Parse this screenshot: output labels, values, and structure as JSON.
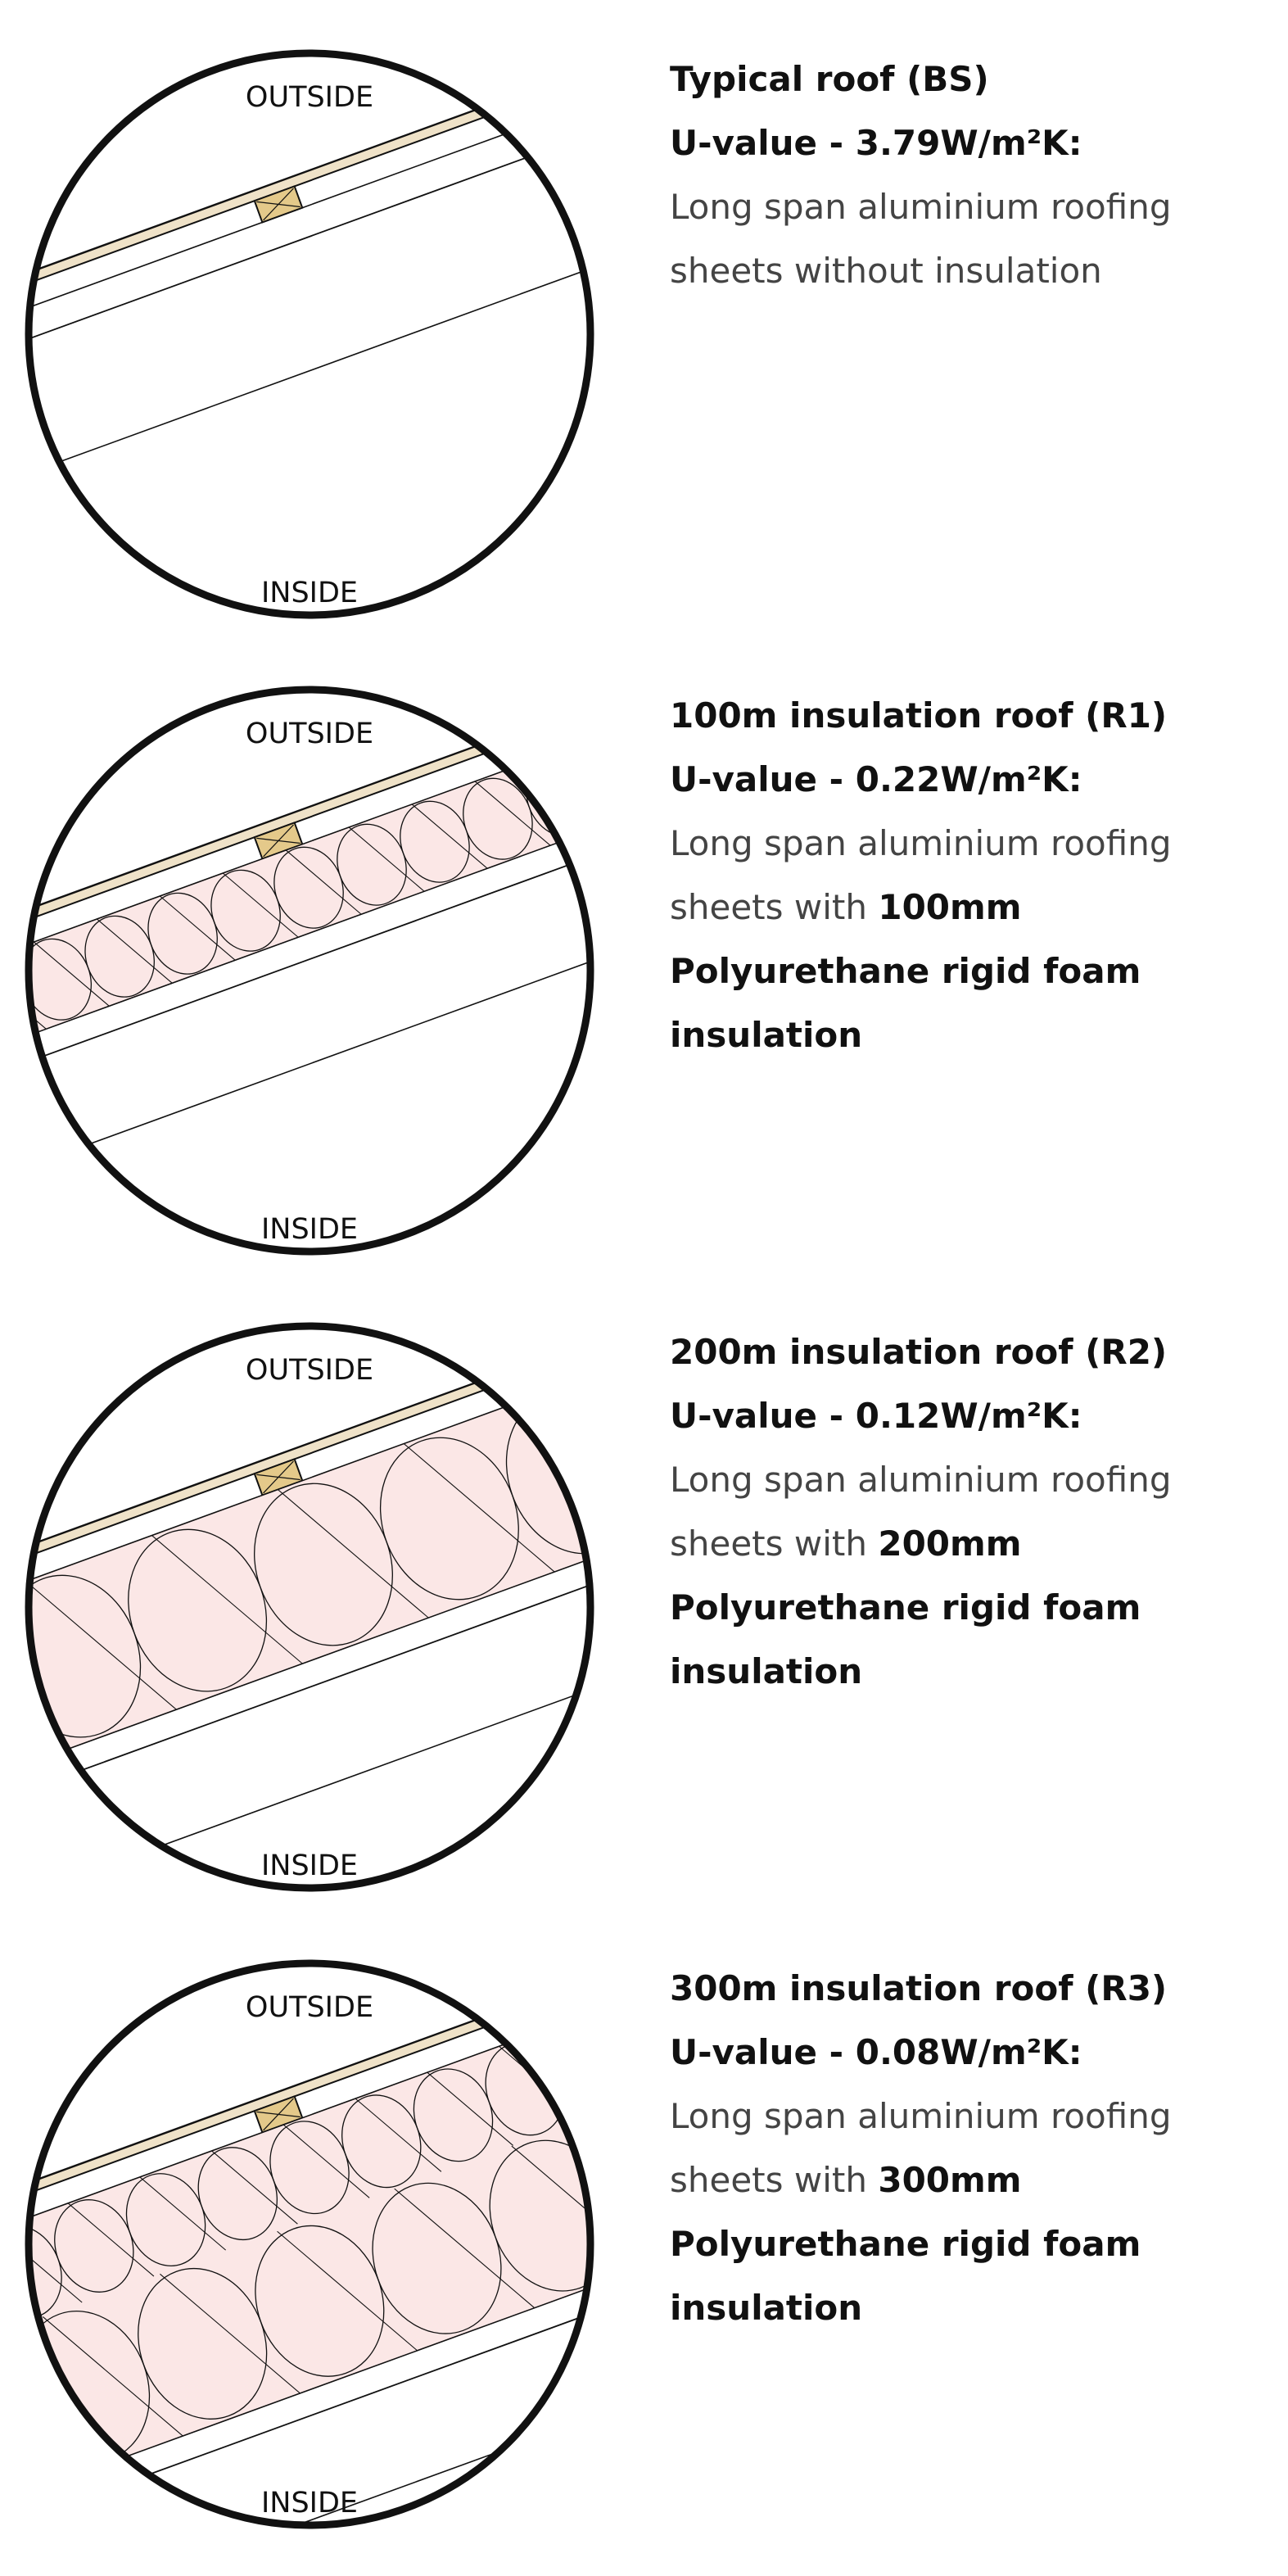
{
  "panels": [
    {
      "outside_label": "OUTSIDE",
      "inside_label": "INSIDE",
      "title": "Typical roof  (BS)",
      "uvalue": "U-value - 3.79W/m²K:",
      "desc": "Long span aluminium roofing",
      "desc2": "sheets without insulation",
      "insulation_bold": "",
      "insulation_line1": "",
      "insulation_line2": "",
      "insulation_mm": 0
    },
    {
      "outside_label": "OUTSIDE",
      "inside_label": "INSIDE",
      "title": "100m insulation roof (R1)",
      "uvalue": "U-value - 0.22W/m²K:",
      "desc": "Long span aluminium roofing",
      "desc2": "sheets with ",
      "insulation_bold": "100mm",
      "insulation_line1": "Polyurethane rigid foam",
      "insulation_line2": "insulation",
      "insulation_mm": 100
    },
    {
      "outside_label": "OUTSIDE",
      "inside_label": "INSIDE",
      "title": "200m insulation roof (R2)",
      "uvalue": "U-value - 0.12W/m²K:",
      "desc": "Long span aluminium roofing",
      "desc2": "sheets with ",
      "insulation_bold": "200mm",
      "insulation_line1": "Polyurethane rigid foam",
      "insulation_line2": "insulation",
      "insulation_mm": 200
    },
    {
      "outside_label": "OUTSIDE",
      "inside_label": "INSIDE",
      "title": "300m insulation roof (R3)",
      "uvalue": "U-value - 0.08W/m²K:",
      "desc": "Long span aluminium roofing",
      "desc2": "sheets with ",
      "insulation_bold": "300mm",
      "insulation_line1": "Polyurethane rigid foam",
      "insulation_line2": "insulation",
      "insulation_mm": 300
    }
  ],
  "colors": {
    "insulation_fill": "#fbe7e6",
    "purlin_fill": "#e4c98a",
    "line": "#111111"
  }
}
